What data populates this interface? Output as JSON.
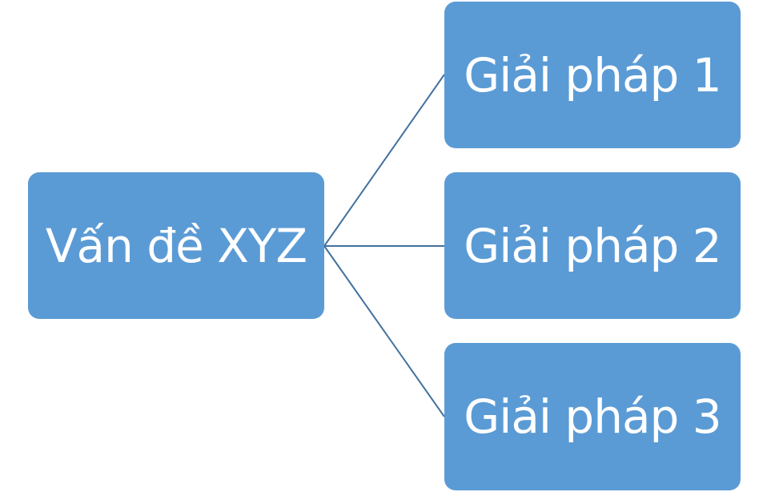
{
  "diagram": {
    "root": {
      "label": "Vấn đề XYZ"
    },
    "children": [
      {
        "label": "Giải pháp 1"
      },
      {
        "label": "Giải pháp 2"
      },
      {
        "label": "Giải pháp 3"
      }
    ]
  },
  "colors": {
    "node_fill": "#5b9bd5",
    "node_text": "#ffffff",
    "connector": "#41719c"
  }
}
